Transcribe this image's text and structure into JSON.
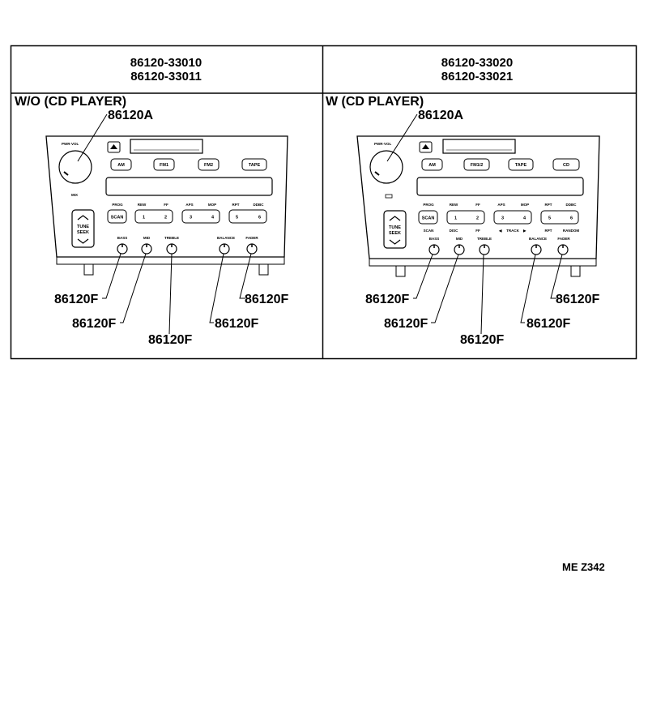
{
  "header": {
    "left": {
      "line1": "86120-33010",
      "line2": "86120-33011"
    },
    "right": {
      "line1": "86120-33020",
      "line2": "86120-33021"
    }
  },
  "left_panel": {
    "section_label": "W/O (CD  PLAYER)",
    "main_callout": "86120A",
    "pwr_label": "PWR·VOL",
    "mode_label": "MIX",
    "slot_label": "",
    "buttons": {
      "am": "AM",
      "fm1": "FM1",
      "fm2": "FM2",
      "tape": "TAPE"
    },
    "preset_top": [
      "PROG",
      "REW",
      "FF",
      "APS",
      "MOP",
      "RPT",
      "DDBC"
    ],
    "scan": "SCAN",
    "presets": [
      "1",
      "2",
      "3",
      "4",
      "5",
      "6"
    ],
    "tune": {
      "line1": "TUNE",
      "line2": "SEEK"
    },
    "knobs": [
      "BASS",
      "MID",
      "TREBLE",
      "BALANCE",
      "FADER"
    ],
    "knob_callouts": [
      "86120F",
      "86120F",
      "86120F",
      "86120F",
      "86120F"
    ]
  },
  "right_panel": {
    "section_label": "W (CD  PLAYER)",
    "main_callout": "86120A",
    "pwr_label": "PWR·VOL",
    "slot_label": "",
    "buttons": {
      "am": "AM",
      "fm": "FM1/2",
      "tape": "TAPE",
      "cd": "CD"
    },
    "preset_top": [
      "PROG",
      "REW",
      "FF",
      "APS",
      "MOP",
      "RPT",
      "DDBC"
    ],
    "scan": "SCAN",
    "presets": [
      "1",
      "2",
      "3",
      "4",
      "5",
      "6"
    ],
    "below": [
      "SCAN",
      "DISC",
      "FF",
      "TRACK",
      "RPT",
      "RANDOM"
    ],
    "tune": {
      "line1": "TUNE",
      "line2": "SEEK"
    },
    "knobs": [
      "BASS",
      "MID",
      "TREBLE",
      "BALANCE",
      "FADER"
    ],
    "knob_callouts": [
      "86120F",
      "86120F",
      "86120F",
      "86120F",
      "86120F"
    ]
  },
  "footer_code": "ME  Z342"
}
